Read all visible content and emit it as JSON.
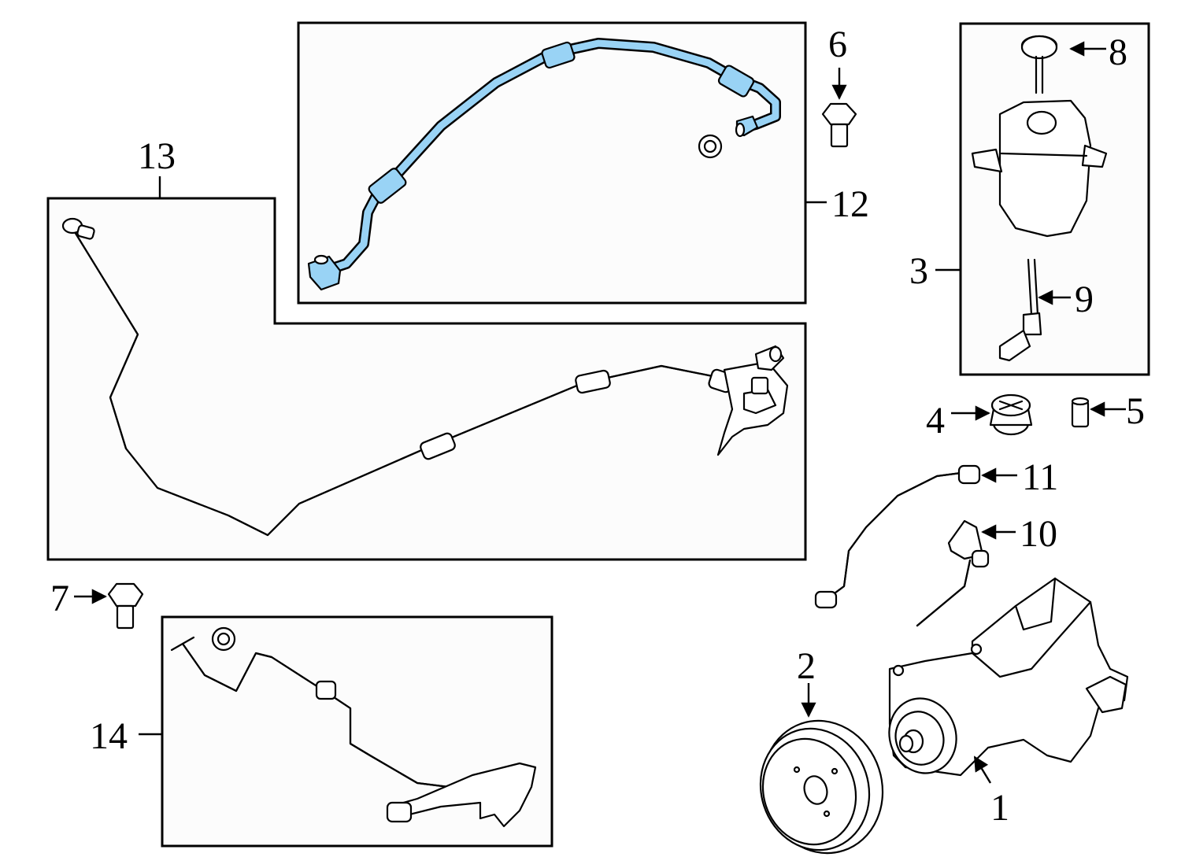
{
  "diagram": {
    "highlight_color": "#99d3f5",
    "callouts": {
      "c1": "1",
      "c2": "2",
      "c3": "3",
      "c4": "4",
      "c5": "5",
      "c6": "6",
      "c7": "7",
      "c8": "8",
      "c9": "9",
      "c10": "10",
      "c11": "11",
      "c12": "12",
      "c13": "13",
      "c14": "14"
    }
  }
}
